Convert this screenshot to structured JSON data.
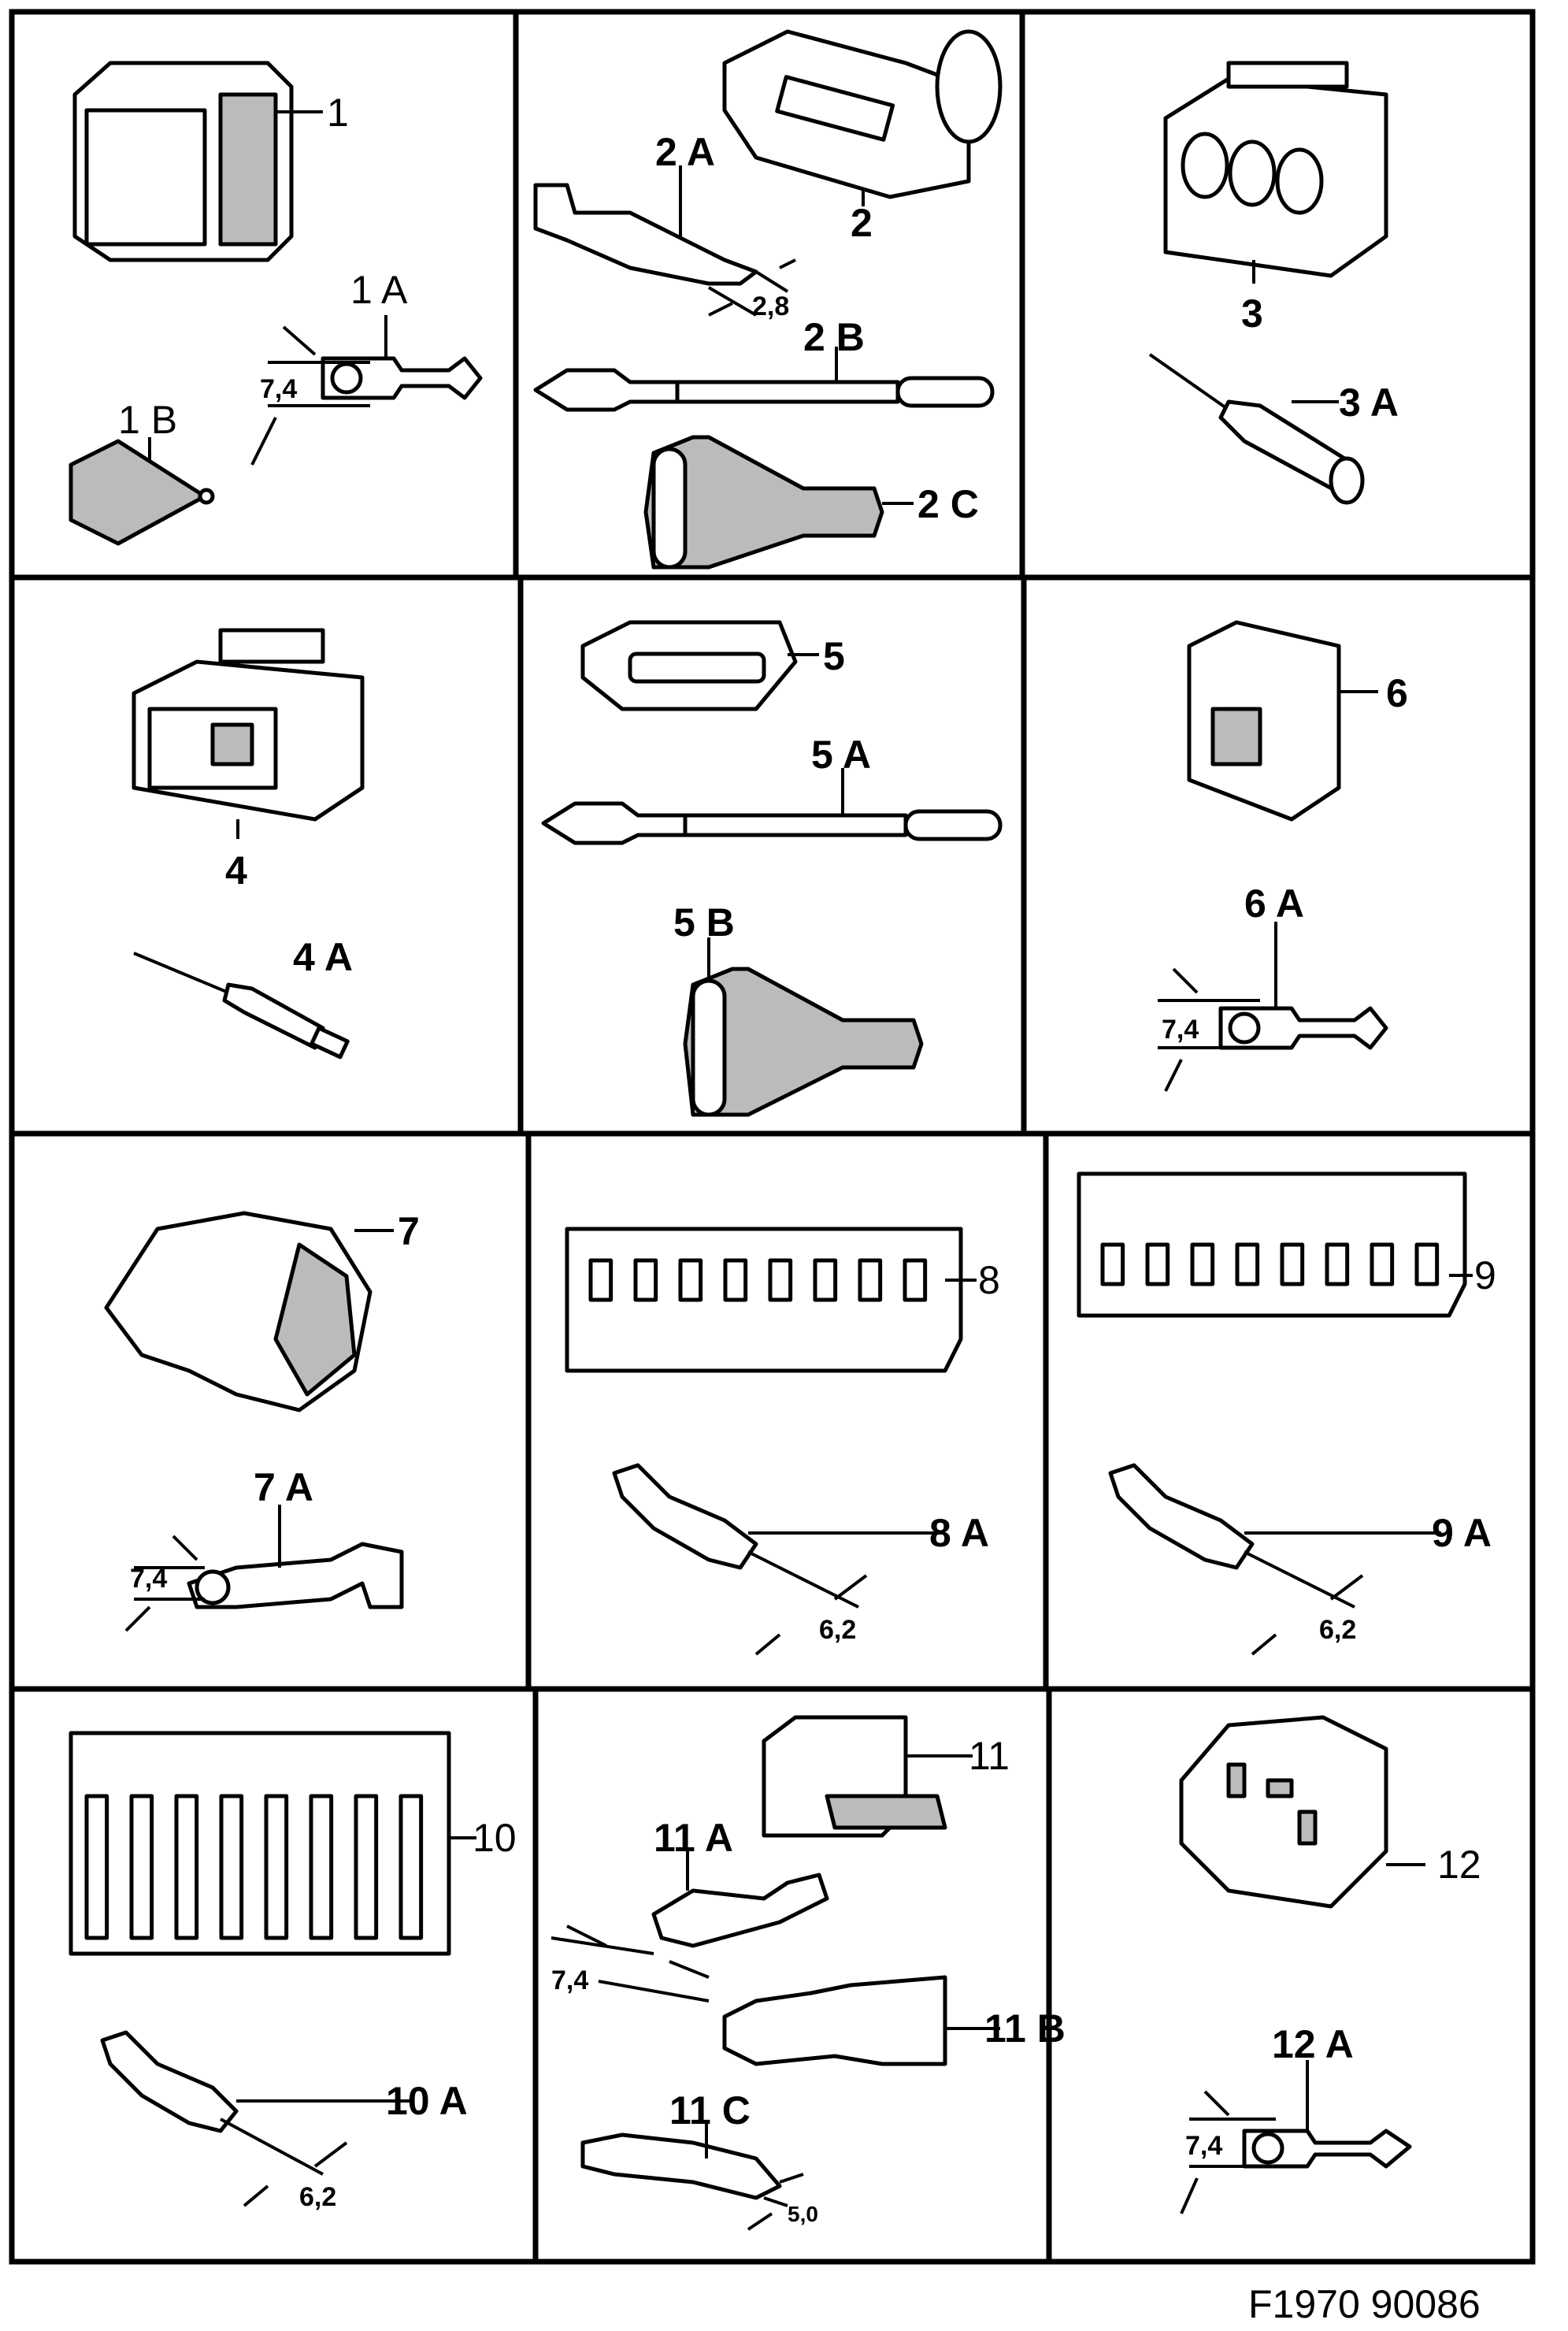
{
  "labels": {
    "p1": "1",
    "p1a": "1 A",
    "p1b": "1 B",
    "p1_dim": "7,4",
    "p2": "2",
    "p2a": "2 A",
    "p2a_dim": "2,8",
    "p2b": "2 B",
    "p2c": "2 C",
    "p3": "3",
    "p3a": "3 A",
    "p4": "4",
    "p4a": "4 A",
    "p5": "5",
    "p5a": "5 A",
    "p5b": "5 B",
    "p6": "6",
    "p6a": "6 A",
    "p6_dim": "7,4",
    "p7": "7",
    "p7a": "7 A",
    "p7_dim": "7,4",
    "p8": "8",
    "p8a": "8 A",
    "p8_dim": "6,2",
    "p9": "9",
    "p9a": "9 A",
    "p9_dim": "6,2",
    "p10": "10",
    "p10a": "10 A",
    "p10_dim": "6,2",
    "p11": "11",
    "p11a": "11 A",
    "p11a_dim": "7,4",
    "p11b": "11 B",
    "p11c": "11 C",
    "p11c_dim": "5,0",
    "p12": "12",
    "p12a": "12 A",
    "p12_dim": "7,4"
  },
  "figure_id": "F1970 90086"
}
